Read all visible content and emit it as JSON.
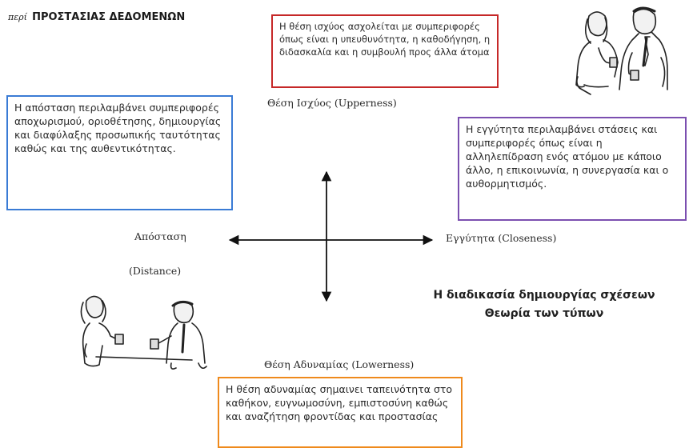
{
  "header": {
    "prefix": "περί",
    "title": "ΠΡΟΣΤΑΣΙΑΣ ΔΕΔΟΜΕΝΩΝ"
  },
  "boxes": {
    "upperness": "Η θέση ισχύος ασχολείται με συμπεριφορές όπως είναι η υπευθυνότητα, η καθοδήγηση, η διδασκαλία και η συμβουλή προς άλλα άτομα",
    "distance": "Η απόσταση περιλαμβάνει συμπεριφορές αποχωρισμού, οριοθέτησης, δημιουργίας και διαφύλαξης προσωπικής ταυτότητας καθώς και της αυθεντικότητας.",
    "closeness": "Η εγγύτητα περιλαμβάνει στάσεις και συμπεριφορές όπως είναι η αλληλεπίδραση ενός ατόμου με κάποιο άλλο, η επικοινωνία, η συνεργασία και ο αυθορμητισμός.",
    "lowerness": "Η θέση αδυναμίας σημαινει ταπεινότητα στο καθήκον, ευγνωμοσύνη, εμπιστοσύνη καθώς και αναζήτηση φροντίδας και προστασίας"
  },
  "axes": {
    "up": "Θέση Ισχύος (Upperness)",
    "left": "Απόσταση",
    "left_en": "(Distance)",
    "right": "Εγγύτητα (Closeness)",
    "down": "Θέση Αδυναμίας (Lowerness)"
  },
  "process_title": {
    "line1": "Η διαδικασία δημιουργίας σχέσεων",
    "line2": "Θεωρία των τύπων"
  },
  "colors": {
    "upperness_border": "#c62828",
    "distance_border": "#3a7bd5",
    "closeness_border": "#7b4fb0",
    "lowerness_border": "#ef8a1c"
  },
  "illustrations": {
    "top_right": "two-people-talking-illustration",
    "bottom_left": "two-people-handshake-illustration"
  }
}
